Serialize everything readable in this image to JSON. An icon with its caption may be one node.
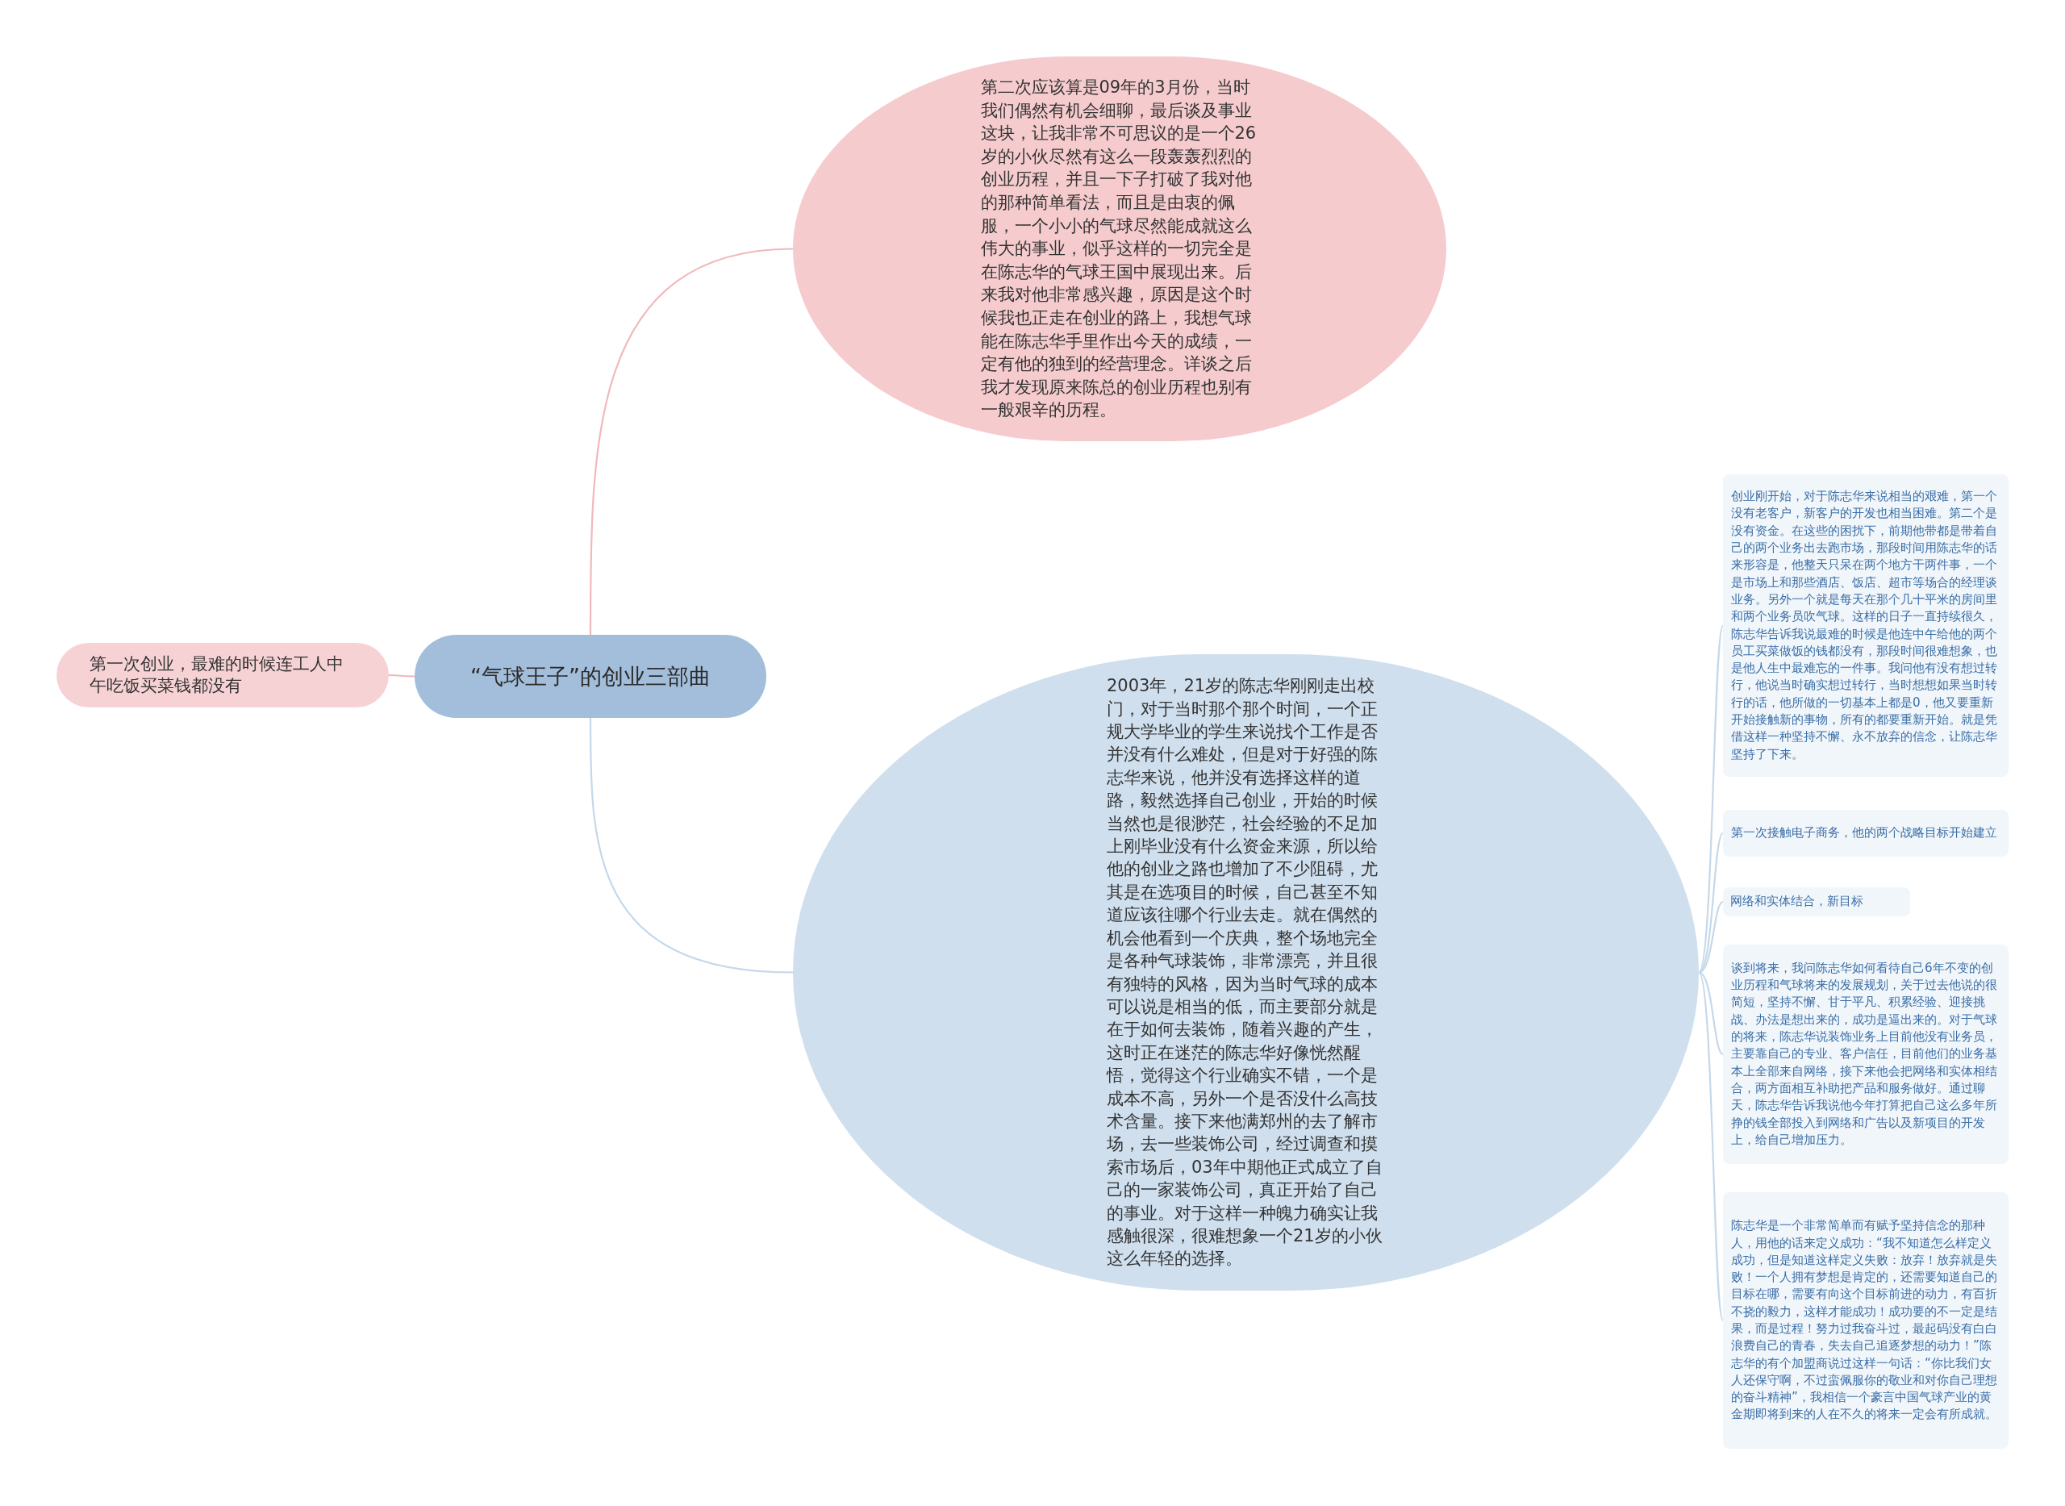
{
  "diagram": {
    "nodes": [
      {
        "text": [
          "“气球王子”的创业三部曲"
        ]
      },
      {
        "text": [
          "第二次应该算是09年的3月份，当时我们偶然有机会细聊，最后谈及事业这块，让我非常不可思议的是一个26岁的小伙尽然有这么一段轰轰烈烈的创业历程，并且一下子打破了我对他的那种简单看法，而且是由衷的佩服，一个小小的气球尽然能成就这么伟大的事业，似乎这样的一切完全是在陈志华的气球王国中展现出来。后来我对他非常感兴趣，原因是这个时候我也正走在创业的路上，我想气球能在陈志华手里作出今天的成绩，一定有他的独到的经营理念。详谈之后我才发现原来陈总的创业历程也别有一般艰辛的历程。"
        ]
      },
      {
        "text": [
          "第一次创业，最难的时候连工人中午吃饭买菜钱都没有"
        ]
      },
      {
        "text": [
          "2003年，21岁的陈志华刚刚走出校门，对于当时那个那个时间，一个正规大学毕业的学生来说找个工作是否并没有什么难处，但是对于好强的陈志华来说，他并没有选择这样的道路，毅然选择自己创业，开始的时候当然也是很渺茫，社会经验的不足加上刚毕业没有什么资金来源，所以给他的创业之路也增加了不少阻碍，尤其是在选项目的时候，自己甚至不知道应该往哪个行业去走。就在偶然的机会他看到一个庆典，整个场地完全是各种气球装饰，非常漂亮，并且很有独特的风格，因为当时气球的成本可以说是相当的低，而主要部分就是在于如何去装饰，随着兴趣的产生，这时正在迷茫的陈志华好像恍然醒悟，觉得这个行业确实不错，一个是成本不高，另外一个是否没什么高技术含量。接下来他满郑州的去了解市场，去一些装饰公司，经过调查和摸索市场后，03年中期他正式成立了自己的一家装饰公司，真正开始了自己的事业。对于这样一种魄力确实让我感触很深，很难想象一个21岁的小伙这么年轻的选择。"
        ]
      },
      {
        "text": [
          "创业刚开始，对于陈志华来说相当的艰难，第一个没有老客户，新客户的开发也相当困难。第二个是没有资金。在这些的困扰下，前期他带都是带着自己的两个业务出去跑市场，那段时间用陈志华的话来形容是，他整天只呆在两个地方干两件事，一个是市场上和那些酒店、饭店、超市等场合的经理谈业务。另外一个就是每天在那个几十平米的房间里和两个业务员吹气球。这样的日子一直持续很久，陈志华告诉我说最难的时候是他连中午给他的两个员工买菜做饭的钱都没有，那段时间很难想象，也是他人生中最难忘的一件事。我问他有没有想过转行，他说当时确实想过转行，当时想想如果当时转行的话，他所做的一切基本上都是0，他又要重新开始接触新的事物，所有的都要重新开始。就是凭借这样一种坚持不懈、永不放弃的信念，让陈志华坚持了下来。"
        ]
      },
      {
        "text": [
          "第一次接触电子商务，他的两个战略目标开始建立"
        ]
      },
      {
        "text": [
          "网络和实体结合，新目标"
        ]
      },
      {
        "text": [
          "谈到将来，我问陈志华如何看待自己6年不变的创业历程和气球将来的发展规划，关于过去他说的很简短，坚持不懈、甘于平凡、积累经验、迎接挑战、办法是想出来的，成功是逼出来的。对于气球的将来，陈志华说装饰业务上目前他没有业务员，主要靠自己的专业、客户信任，目前他们的业务基本上全部来自网络，接下来他会把网络和实体相结合，两方面相互补助把产品和服务做好。通过聊天，陈志华告诉我说他今年打算把自己这么多年所挣的钱全部投入到网络和广告以及新项目的开发上，给自己增加压力。"
        ]
      },
      {
        "text": [
          "陈志华是一个非常简单而有赋予坚持信念的那种人，用他的话来定义成功：“我不知道怎么样定义成功，但是知道这样定义失败：放弃！放弃就是失败！一个人拥有梦想是肯定的，还需要知道自己的目标在哪，需要有向这个目标前进的动力，有百折不挠的毅力，这样才能成功！成功要的不一定是结果，而是过程！努力过我奋斗过，最起码没有白白浪费自己的青春，失去自己追逐梦想的动力！”陈志华的有个加盟商说过这样一句话：“你比我们女人还保守啊，不过蛮佩服你的敬业和对你自己理想的奋斗精神”，我相信一个豪言中国气球产业的黄金期即将到来的人在不久的将来一定会有所成就。"
        ]
      }
    ],
    "edges": [
      {
        "from": 0,
        "to": 1,
        "arrow": "none",
        "color": "#f2b8bc"
      },
      {
        "from": 0,
        "to": 3,
        "arrow": "none"
      },
      {
        "from": 0,
        "to": 2,
        "arrow": "none",
        "color": "#f2b8bc"
      },
      {
        "from": 3,
        "to": 4,
        "arrow": "none"
      },
      {
        "from": 3,
        "to": 5,
        "arrow": "none"
      },
      {
        "from": 3,
        "to": 6,
        "arrow": "none"
      },
      {
        "from": 3,
        "to": 7,
        "arrow": "none"
      },
      {
        "from": 3,
        "to": 8,
        "arrow": "none"
      }
    ]
  }
}
